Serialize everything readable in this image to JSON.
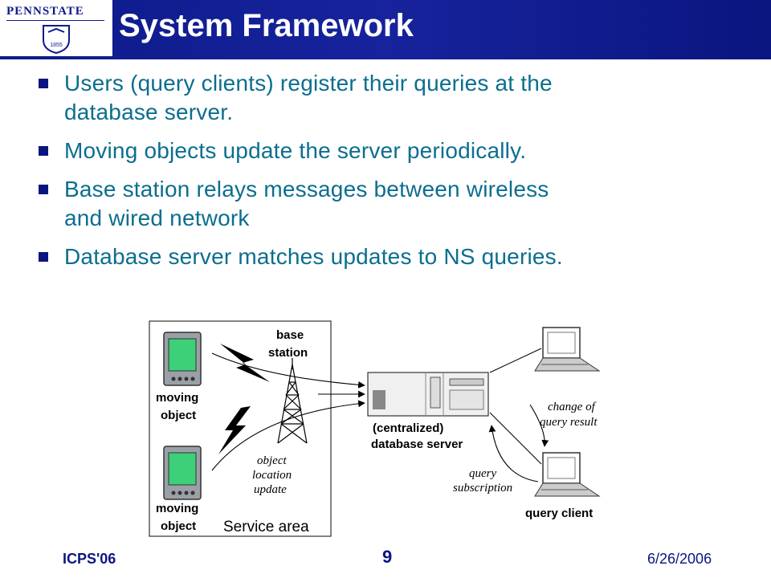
{
  "slide": {
    "title": "System Framework",
    "logo_text": "PENNSTATE",
    "logo_year": "1855"
  },
  "bullets": [
    {
      "line1": "Users (query clients) register their queries at the",
      "line2": "database server."
    },
    {
      "line1": "Moving objects update the server periodically.",
      "line2": ""
    },
    {
      "line1": "Base station relays messages between wireless",
      "line2": "and wired network"
    },
    {
      "line1": "Database server matches updates to NS queries.",
      "line2": ""
    }
  ],
  "diagram": {
    "base_station": {
      "line1": "base",
      "line2": "station"
    },
    "moving_object_top": {
      "line1": "moving",
      "line2": "object"
    },
    "moving_object_bottom": {
      "line1": "moving",
      "line2": "object"
    },
    "object_location_update": {
      "line1": "object",
      "line2": "location",
      "line3": "update"
    },
    "service_area": "Service area",
    "database_server": {
      "line1": "(centralized)",
      "line2": "database server"
    },
    "change_of_query_result": {
      "line1": "change of",
      "line2": "query result"
    },
    "query_subscription": {
      "line1": "query",
      "line2": "subscription"
    },
    "query_client": "query client"
  },
  "footer": {
    "conference": "ICPS'06",
    "page": "9",
    "date": "6/26/2006"
  }
}
